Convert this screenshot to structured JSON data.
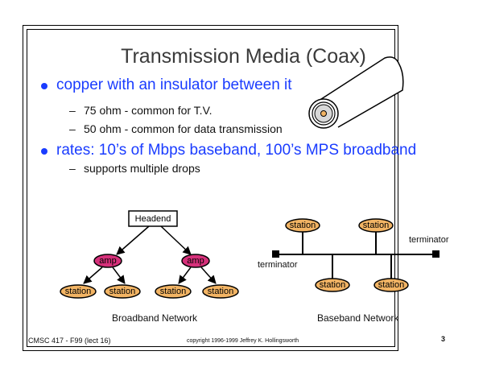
{
  "slide": {
    "title": "Transmission Media (Coax)",
    "bullets": [
      {
        "text": "copper with an insulator between it",
        "subitems": [
          "75 ohm - common for T.V.",
          "50 ohm - common for data transmission"
        ]
      },
      {
        "text": "rates: 10’s of Mbps baseband, 100’s MPS broadband",
        "subitems": [
          "supports multiple drops"
        ]
      }
    ],
    "dash": "–"
  },
  "broadband": {
    "headend_label": "Headend",
    "amp_label": "amp",
    "station_label": "station",
    "caption": "Broadband Network"
  },
  "baseband": {
    "station_label": "station",
    "terminator_left": "terminator",
    "terminator_right": "terminator",
    "caption": "Baseband Network"
  },
  "footer": {
    "course": "CMSC 417 - F99  (lect 16)",
    "copyright": "copyright 1996-1999 Jeffrey K. Hollingsworth",
    "page_number": "3"
  },
  "colors": {
    "bullet_text": "#1a3cff",
    "amp_fill": "#d6307a",
    "station_fill": "#f2b464",
    "coax_core": "#f2b464",
    "coax_insulator": "#d8d8d8"
  }
}
